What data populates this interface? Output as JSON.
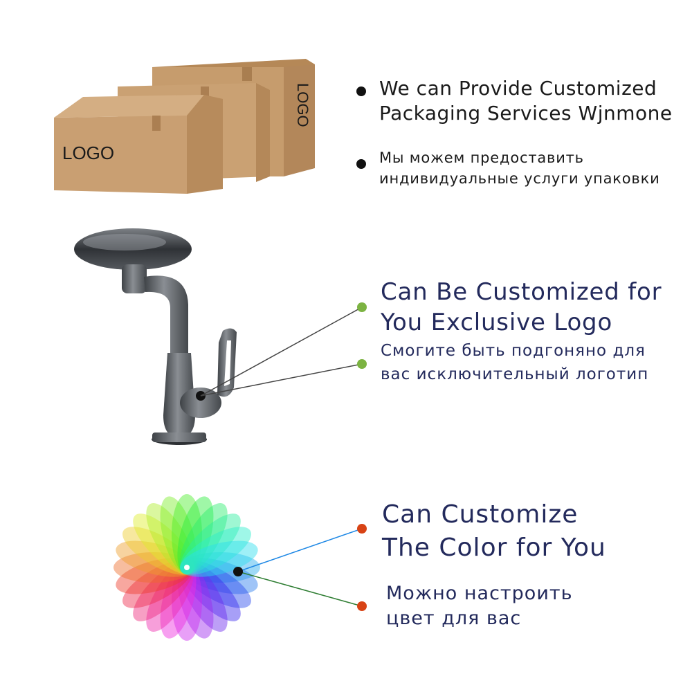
{
  "packaging": {
    "box_logo_front": "LOGO",
    "box_logo_side": "LOGO",
    "en_line1": "We can Provide Customized",
    "en_line2": "Packaging Services Wjnmone",
    "ru_line1": "Мы можем предоставить",
    "ru_line2": "индивидуальные услуги упаковки"
  },
  "logo_section": {
    "en_line1": "Can Be Customized for",
    "en_line2": "You Exclusive Logo",
    "ru_line1": "Смогите быть подгоняно для",
    "ru_line2": "вас исключительный логотип",
    "callout_color": "#7cb342"
  },
  "color_section": {
    "en_line1": "Can Customize",
    "en_line2": "The Color for You",
    "ru_line1": "Можно настроить",
    "ru_line2": "цвет для вас",
    "callout_color": "#e53935"
  },
  "colors": {
    "box": "#c49a6c",
    "heading": "#232a5c",
    "faucet": "#5a5e63"
  }
}
